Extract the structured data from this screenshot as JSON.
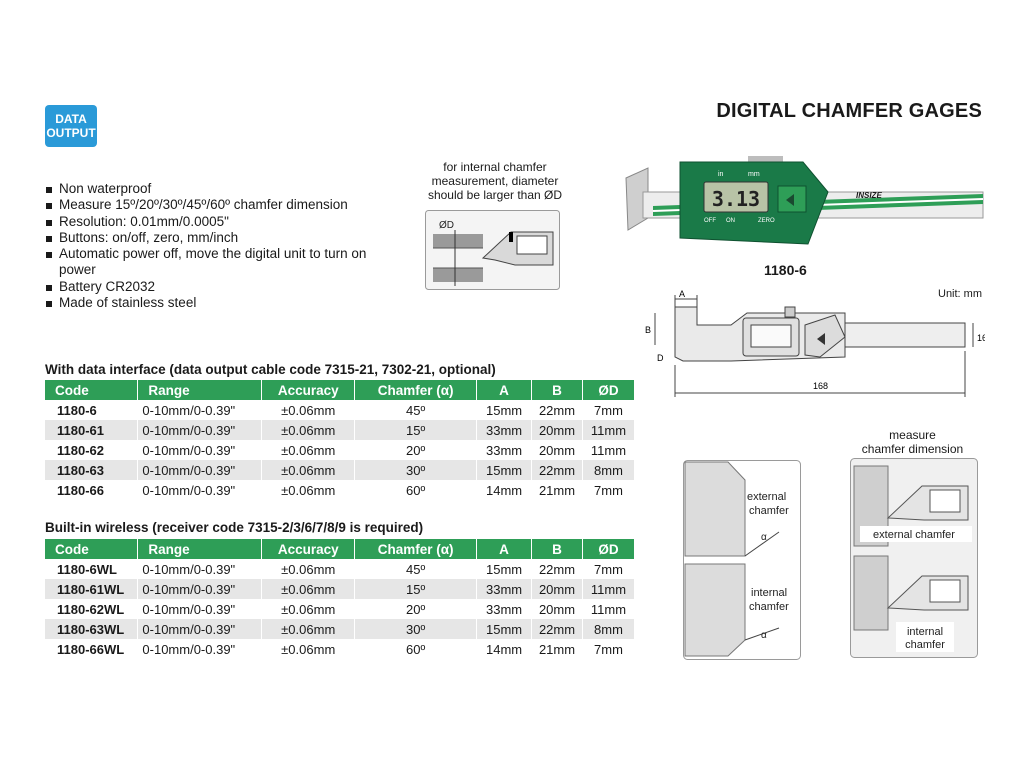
{
  "badge": {
    "line1": "DATA",
    "line2": "OUTPUT"
  },
  "title": "DIGITAL CHAMFER GAGES",
  "features": [
    "Non waterproof",
    "Measure 15º/20º/30º/45º/60º chamfer dimension",
    "Resolution: 0.01mm/0.0005\"",
    "Buttons: on/off, zero, mm/inch",
    "Automatic power off, move the digital unit to turn on power",
    "Battery CR2032",
    "Made of stainless steel"
  ],
  "section1": {
    "title": "With data interface (data output cable code 7315-21, 7302-21, optional)",
    "headers": [
      "Code",
      "Range",
      "Accuracy",
      "Chamfer (α)",
      "A",
      "B",
      "ØD"
    ],
    "rows": [
      [
        "1180-6",
        "0-10mm/0-0.39\"",
        "±0.06mm",
        "45º",
        "15mm",
        "22mm",
        "7mm"
      ],
      [
        "1180-61",
        "0-10mm/0-0.39\"",
        "±0.06mm",
        "15º",
        "33mm",
        "20mm",
        "11mm"
      ],
      [
        "1180-62",
        "0-10mm/0-0.39\"",
        "±0.06mm",
        "20º",
        "33mm",
        "20mm",
        "11mm"
      ],
      [
        "1180-63",
        "0-10mm/0-0.39\"",
        "±0.06mm",
        "30º",
        "15mm",
        "22mm",
        "8mm"
      ],
      [
        "1180-66",
        "0-10mm/0-0.39\"",
        "±0.06mm",
        "60º",
        "14mm",
        "21mm",
        "7mm"
      ]
    ]
  },
  "section2": {
    "title": "Built-in wireless (receiver code 7315-2/3/6/7/8/9 is required)",
    "headers": [
      "Code",
      "Range",
      "Accuracy",
      "Chamfer (α)",
      "A",
      "B",
      "ØD"
    ],
    "rows": [
      [
        "1180-6WL",
        "0-10mm/0-0.39\"",
        "±0.06mm",
        "45º",
        "15mm",
        "22mm",
        "7mm"
      ],
      [
        "1180-61WL",
        "0-10mm/0-0.39\"",
        "±0.06mm",
        "15º",
        "33mm",
        "20mm",
        "11mm"
      ],
      [
        "1180-62WL",
        "0-10mm/0-0.39\"",
        "±0.06mm",
        "20º",
        "33mm",
        "20mm",
        "11mm"
      ],
      [
        "1180-63WL",
        "0-10mm/0-0.39\"",
        "±0.06mm",
        "30º",
        "15mm",
        "22mm",
        "8mm"
      ],
      [
        "1180-66WL",
        "0-10mm/0-0.39\"",
        "±0.06mm",
        "60º",
        "14mm",
        "21mm",
        "7mm"
      ]
    ]
  },
  "internal_note": {
    "line1": "for internal chamfer",
    "line2": "measurement, diameter",
    "line3": "should be larger than ØD",
    "dia_label": "ØD"
  },
  "gage_photo": {
    "display_value": "3.13",
    "brand": "INSIZE",
    "unit_labels": [
      "in",
      "mm"
    ],
    "btn_off": "OFF",
    "btn_on": "ON",
    "btn_zero": "ZERO"
  },
  "model_label": "1180-6",
  "drawing": {
    "unit": "Unit: mm",
    "dim_a": "A",
    "dim_b": "B",
    "dim_d": "D",
    "dim_16": "16",
    "dim_168": "168"
  },
  "left_diagram": {
    "ext_line1": "external",
    "ext_line2": "chamfer",
    "int_line1": "internal",
    "int_line2": "chamfer",
    "alpha1": "α",
    "alpha2": "α"
  },
  "right_diagram": {
    "heading1": "measure",
    "heading2": "chamfer dimension",
    "ext_label": "external chamfer",
    "int_line1": "internal",
    "int_line2": "chamfer"
  },
  "colors": {
    "accent_green": "#2e9e57",
    "badge_blue": "#2a9ad8",
    "row_gray": "#e6e6e6"
  }
}
